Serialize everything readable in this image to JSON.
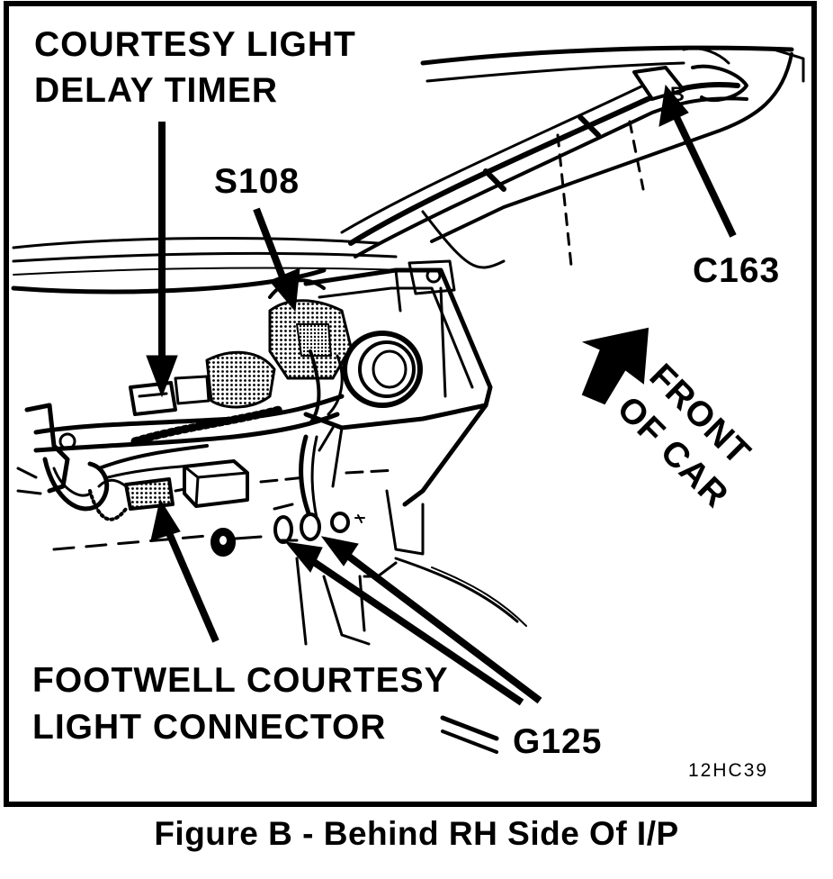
{
  "labels": {
    "courtesy_timer_line1": "COURTESY LIGHT",
    "courtesy_timer_line2": "DELAY TIMER",
    "s108": "S108",
    "c163": "C163",
    "front_line1": "FRONT",
    "front_line2": "OF CAR",
    "footwell_line1": "FOOTWELL COURTESY",
    "footwell_line2": "LIGHT CONNECTOR",
    "g125": "G125",
    "connector_pin": "B",
    "drawing_code": "12HC39"
  },
  "caption": "Figure B - Behind RH Side Of I/P",
  "colors": {
    "ink": "#000000",
    "paper": "#ffffff"
  }
}
